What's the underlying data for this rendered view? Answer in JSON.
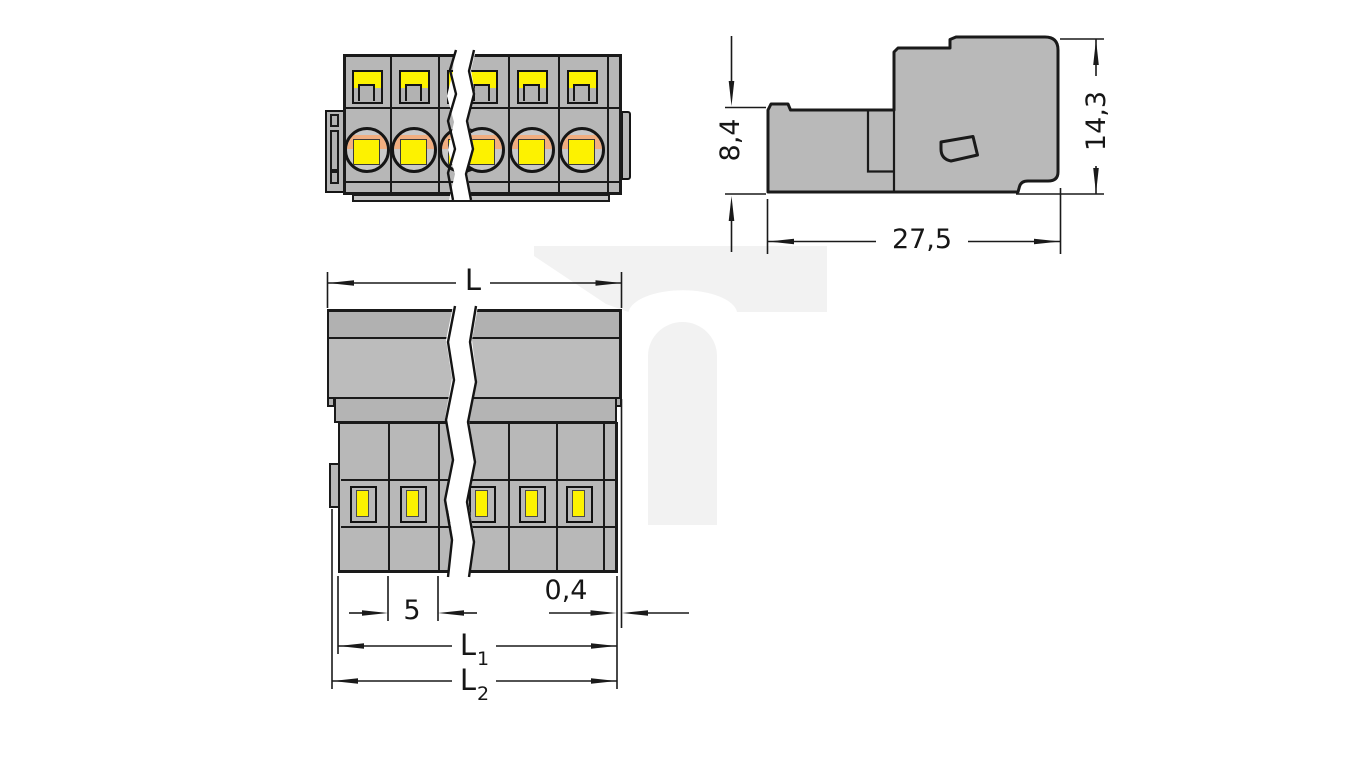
{
  "drawing": {
    "type": "connector-dimensional-drawing",
    "views": [
      "front-view",
      "side-view",
      "bottom-view"
    ],
    "dimensions": {
      "length_total": "L",
      "pole_pitch": "5",
      "edge_offset": "0,4",
      "length_l1": {
        "base": "L",
        "sub": "1"
      },
      "length_l2": {
        "base": "L",
        "sub": "2"
      },
      "height_front": "8,4",
      "height_total": "14,3",
      "depth": "27,5"
    },
    "colors": {
      "body_gray": "#b7b7b7",
      "band_gray": "#b1b1b1",
      "button_yellow": "#fdf200",
      "contact_orange": "#f1ae80",
      "outline": "#1a1a1a",
      "watermark": "#f2f2f2"
    }
  }
}
